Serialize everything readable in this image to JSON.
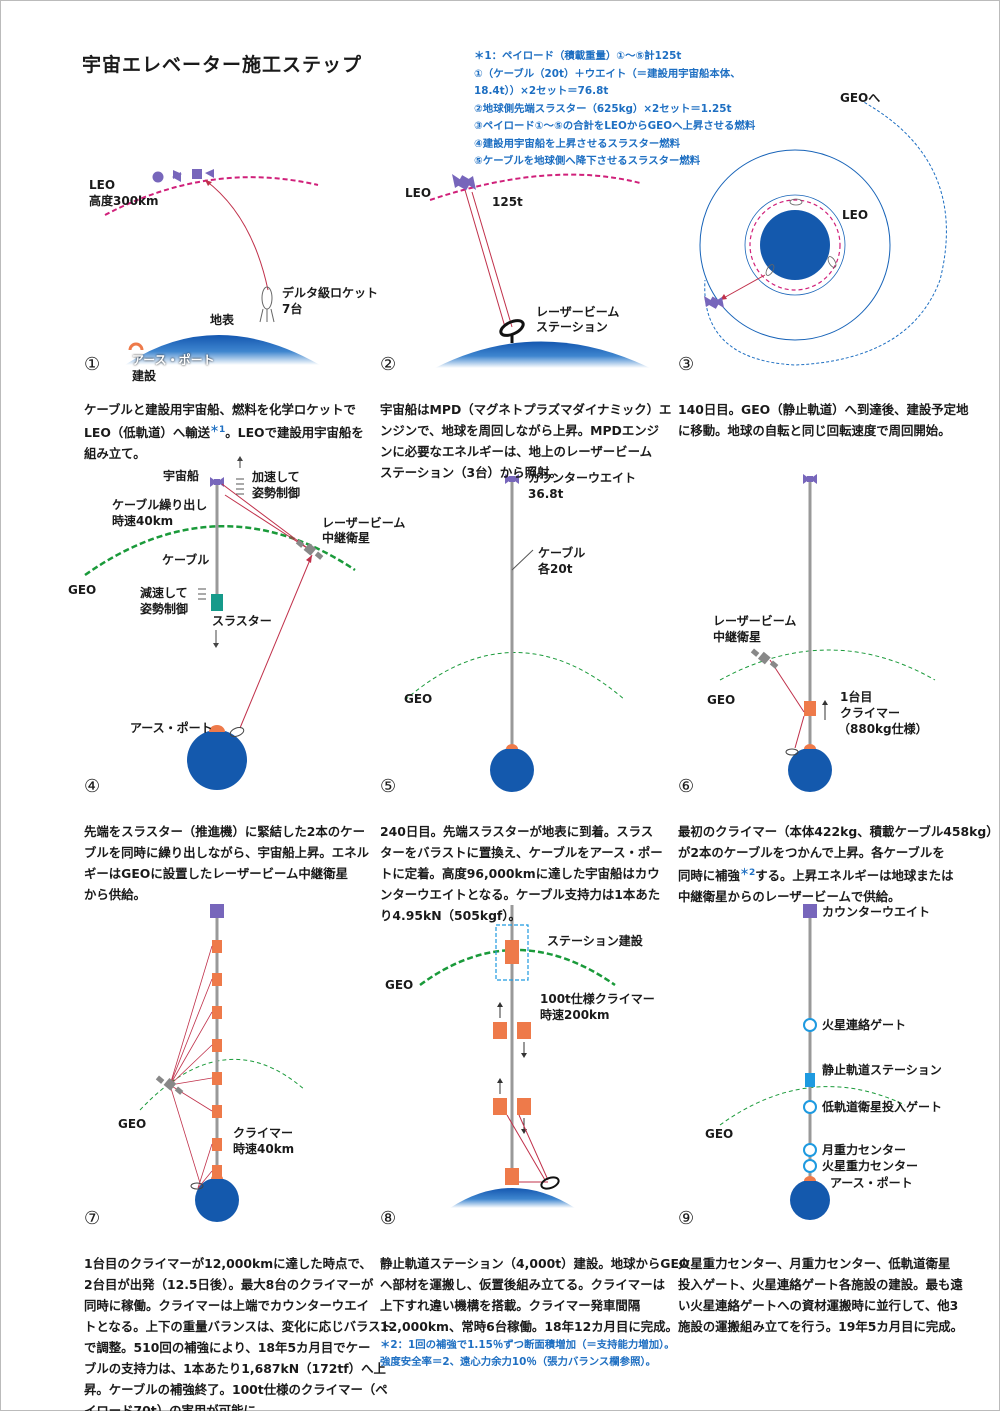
{
  "title": "宇宙エレベーター施工ステップ",
  "notes": [
    "＊1：ペイロード（積載重量）①〜⑤計125t",
    "①（ケーブル（20t）＋ウエイト（＝建設用宇宙船本体、",
    "18.4t））×2セット＝76.8t",
    "②地球側先端スラスター（625kg）×2セット＝1.25t",
    "③ペイロード①〜⑤の合計をLEOからGEOへ上昇させる燃料",
    "④建設用宇宙船を上昇させるスラスター燃料",
    "⑤ケーブルを地球側へ降下させるスラスター燃料"
  ],
  "steps": [
    {
      "num": "①",
      "labels": {
        "leo": "LEO",
        "alt": "高度300km",
        "rocket1": "デルタ級ロケット",
        "rocket2": "7台",
        "surface": "地表",
        "port1": "アース・ポート",
        "port2": "建設"
      },
      "desc": [
        "ケーブルと建設用宇宙船、燃料を化学ロケットで",
        "LEO（低軌道）へ輸送",
        "。LEOで建設用宇宙船を",
        "組み立て。"
      ],
      "ref": "＊1"
    },
    {
      "num": "②",
      "labels": {
        "leo": "LEO",
        "mass": "125t",
        "laser1": "レーザービーム",
        "laser2": "ステーション"
      },
      "desc": [
        "宇宙船はMPD（マグネトプラズマダイナミック）エ",
        "ンジンで、地球を周回しながら上昇。MPDエンジ",
        "ンに必要なエネルギーは、地上のレーザービーム",
        "ステーション（3台）から照射。"
      ]
    },
    {
      "num": "③",
      "labels": {
        "geo": "GEOへ",
        "leo": "LEO"
      },
      "desc": [
        "140日目。GEO（静止軌道）へ到達後、建設予定地",
        "に移動。地球の自転と同じ回転速度で周回開始。"
      ]
    },
    {
      "num": "④",
      "labels": {
        "ship": "宇宙船",
        "accel1": "加速して",
        "accel2": "姿勢制御",
        "cable1": "ケーブル繰り出し",
        "cable2": "時速40km",
        "relay1": "レーザービーム",
        "relay2": "中継衛星",
        "cable": "ケーブル",
        "geo": "GEO",
        "decel1": "減速して",
        "decel2": "姿勢制御",
        "thruster": "スラスター",
        "port": "アース・ポート"
      },
      "desc": [
        "先端をスラスター（推進機）に緊結した2本のケー",
        "ブルを同時に繰り出しながら、宇宙船上昇。エネル",
        "ギーはGEOに設置したレーザービーム中継衛星",
        "から供給。"
      ]
    },
    {
      "num": "⑤",
      "labels": {
        "cw": "カウンターウエイト",
        "cwmass": "36.8t",
        "cable": "ケーブル",
        "cablemass": "各20t",
        "geo": "GEO"
      },
      "desc": [
        "240日目。先端スラスターが地表に到着。スラス",
        "ターをバラストに置換え、ケーブルをアース・ポー",
        "トに定着。高度96,000kmに達した宇宙船はカウ",
        "ンターウエイトとなる。ケーブル支持力は1本あた",
        "り4.95kN（505kgf）。"
      ]
    },
    {
      "num": "⑥",
      "labels": {
        "relay1": "レーザービーム",
        "relay2": "中継衛星",
        "geo": "GEO",
        "climber1": "1台目",
        "climber2": "クライマー",
        "climber3": "（880kg仕様）"
      },
      "desc": [
        "最初のクライマー（本体422kg、積載ケーブル458kg）",
        "が2本のケーブルをつかんで上昇。各ケーブルを",
        "同時に補強",
        "する。上昇エネルギーは地球または",
        "中継衛星からのレーザービームで供給。"
      ],
      "ref": "＊2"
    },
    {
      "num": "⑦",
      "labels": {
        "geo": "GEO",
        "climber1": "クライマー",
        "climber2": "時速40km"
      },
      "desc": [
        "1台目のクライマーが12,000kmに達した時点で、",
        "2台目が出発（12.5日後）。最大8台のクライマーが",
        "同時に稼働。クライマーは上端でカウンターウエイ",
        "トとなる。上下の重量バランスは、変化に応じバラスト",
        "で調整。510回の補強により、18年5カ月目でケー",
        "ブルの支持力は、1本あたり1,687kN（172tf）へ上",
        "昇。ケーブルの補強終了。100t仕様のクライマー（ペ",
        "イロード70t）の実用が可能に。"
      ]
    },
    {
      "num": "⑧",
      "labels": {
        "station": "ステーション建設",
        "geo": "GEO",
        "climber1": "100t仕様クライマー",
        "climber2": "時速200km"
      },
      "desc": [
        "静止軌道ステーション（4,000t）建設。地球からGEO",
        "へ部材を運搬し、仮置後組み立てる。クライマーは",
        "上下すれ違い機構を搭載。クライマー発車間隔",
        "12,000km、常時6台稼働。18年12カ月目に完成。"
      ],
      "footnote": [
        "＊2：1回の補強で1.15％ずつ断面積増加（＝支持能力増加）。",
        "強度安全率＝2、遠心力余力10％（張力バランス欄参照）。"
      ]
    },
    {
      "num": "⑨",
      "labels": {
        "cw": "カウンターウエイト",
        "mars": "火星連絡ゲート",
        "geos": "静止軌道ステーション",
        "leogate": "低軌道衛星投入ゲート",
        "geo": "GEO",
        "moon": "月重力センター",
        "marsg": "火星重力センター",
        "port": "アース・ポート"
      },
      "desc": [
        "火星重力センター、月重力センター、低軌道衛星",
        "投入ゲート、火星連絡ゲート各施設の建設。最も遠",
        "い火星連絡ゲートへの資材運搬時に並行して、他3",
        "施設の運搬組み立てを行う。19年5カ月目に完成。"
      ]
    }
  ],
  "colors": {
    "earth": "#1763b8",
    "geo": "#1a9a3a",
    "leo": "#d0207a",
    "beam": "#c0304a",
    "climber": "#ee7a4a",
    "weight": "#7766bb",
    "station": "#1e9ae0",
    "note": "#1e6fc2",
    "cable": "#999999",
    "thruster": "#169a8a",
    "port": "#ee7a4a"
  }
}
